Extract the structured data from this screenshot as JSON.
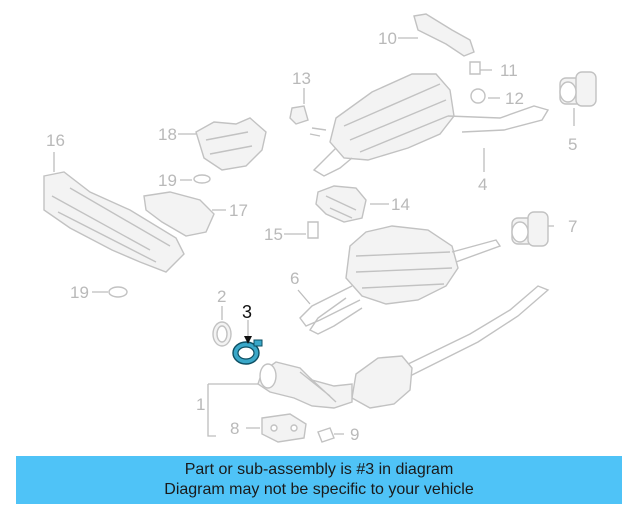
{
  "diagram": {
    "callouts": [
      "1",
      "2",
      "3",
      "4",
      "5",
      "6",
      "7",
      "8",
      "9",
      "10",
      "11",
      "12",
      "13",
      "14",
      "15",
      "16",
      "17",
      "18",
      "19",
      "19"
    ],
    "highlighted_part": "3",
    "highlight_color": "#3aa8c9",
    "callout_color": "#b9b9b9"
  },
  "banner": {
    "line1": "Part or sub-assembly is #3 in diagram",
    "line2": "Diagram may not be specific to your vehicle",
    "background": "#4fc3f7"
  }
}
